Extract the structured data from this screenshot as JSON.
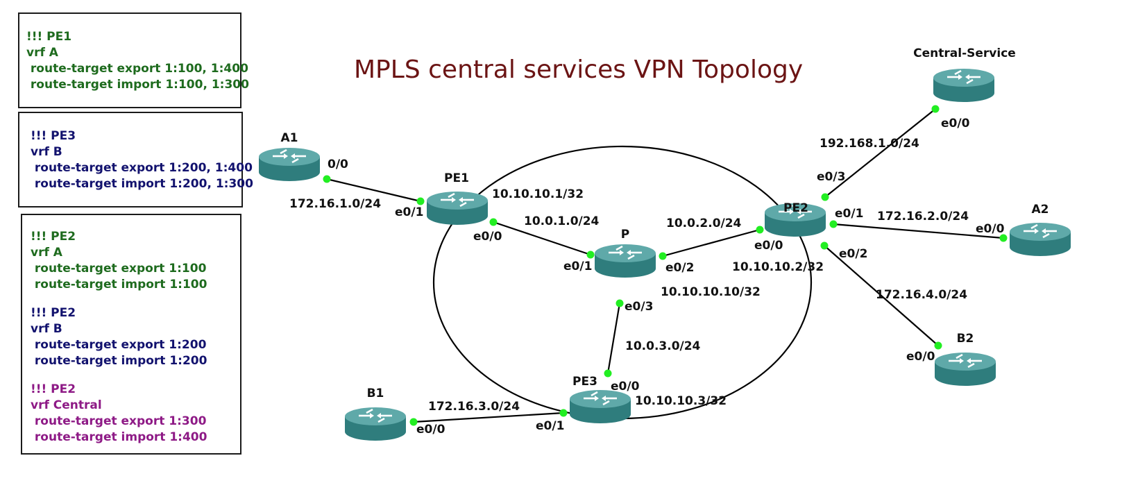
{
  "title": "MPLS central services VPN Topology",
  "colors": {
    "title": "#6b1414",
    "vrf_a": "#1e6b1e",
    "vrf_b": "#12126e",
    "vrf_central": "#8e1a86",
    "router_body": "#3d8c8c",
    "port_dot": "#22ee22"
  },
  "config_boxes": {
    "pe1": {
      "lines": [
        "!!! PE1",
        "vrf A",
        " route-target export 1:100, 1:400",
        " route-target import 1:100, 1:300"
      ]
    },
    "pe3": {
      "lines": [
        "!!! PE3",
        "vrf B",
        " route-target export 1:200, 1:400",
        " route-target import 1:200, 1:300"
      ]
    },
    "pe2": {
      "vrf_a": [
        "!!! PE2",
        "vrf A",
        " route-target export 1:100",
        " route-target import 1:100"
      ],
      "vrf_b": [
        "!!! PE2",
        "vrf B",
        " route-target export 1:200",
        " route-target import 1:200"
      ],
      "vrf_central": [
        "!!! PE2",
        "vrf Central",
        " route-target export 1:300",
        " route-target import 1:400"
      ]
    }
  },
  "routers": {
    "a1": "A1",
    "pe1": "PE1",
    "p": "P",
    "pe2": "PE2",
    "central": "Central-Service",
    "a2": "A2",
    "b2": "B2",
    "pe3": "PE3",
    "b1": "B1"
  },
  "labels": {
    "a1_if": "0/0",
    "net_a1_pe1": "172.16.1.0/24",
    "pe1_e01": "e0/1",
    "pe1_loop": "10.10.10.1/32",
    "pe1_e00": "e0/0",
    "net_pe1_p": "10.0.1.0/24",
    "p_e01": "e0/1",
    "p_e02": "e0/2",
    "p_e03": "e0/3",
    "p_loop": "10.10.10.10/32",
    "net_p_pe2": "10.0.2.0/24",
    "pe2_e00": "e0/0",
    "pe2_loop": "10.10.10.2/32",
    "pe2_e03": "e0/3",
    "pe2_e01": "e0/1",
    "pe2_e02": "e0/2",
    "net_pe2_central": "192.168.1.0/24",
    "central_e00": "e0/0",
    "net_pe2_a2": "172.16.2.0/24",
    "a2_e00": "e0/0",
    "net_pe2_b2": "172.16.4.0/24",
    "b2_e00": "e0/0",
    "net_p_pe3": "10.0.3.0/24",
    "pe3_e00": "e0/0",
    "pe3_e01": "e0/1",
    "pe3_loop": "10.10.10.3/32",
    "net_b1_pe3": "172.16.3.0/24",
    "b1_e00": "e0/0"
  }
}
